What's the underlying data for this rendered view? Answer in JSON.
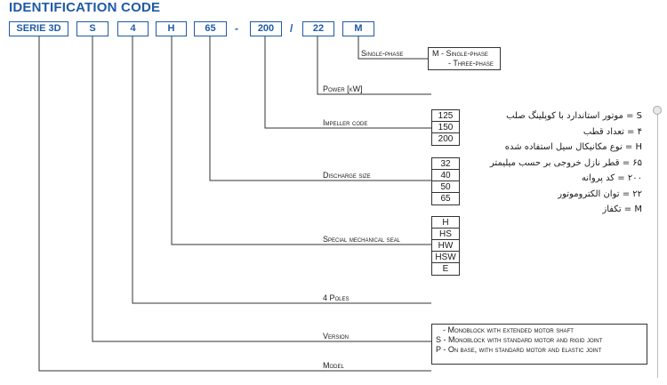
{
  "title": "IDENTIFICATION CODE",
  "code": {
    "serie": "SERIE 3D",
    "version": "S",
    "poles": "4",
    "seal": "H",
    "discharge": "65",
    "dash": "-",
    "impeller": "200",
    "slash": "/",
    "power": "22",
    "phase": "M"
  },
  "labels": {
    "single_phase": "Single-phase",
    "power": "Power [kW]",
    "impeller_code": "Impeller code",
    "discharge_size": "Discharge size",
    "special_seal": "Special mechanical seal",
    "four_poles": "4 Poles",
    "version": "Version",
    "model": "Model"
  },
  "phase_options": [
    "M - Single-phase",
    "- Three-phase"
  ],
  "impeller_options": [
    "125",
    "150",
    "200"
  ],
  "discharge_options": [
    "32",
    "40",
    "50",
    "65"
  ],
  "seal_options": [
    "H",
    "HS",
    "HW",
    "HSW",
    "E"
  ],
  "version_options": [
    "- Monoblock with extended motor shaft",
    "S - Monoblock with standard motor and rigid joint",
    "P - On base, with standard motor and elastic joint"
  ],
  "legend_fa": [
    "S = موتور استاندارد با کوپلینگ صلب",
    "۴ = تعداد قطب",
    "H = نوع مکانیکال سیل استفاده شده",
    "۶۵ = قطر نازل خروجی بر حسب میلیمتر",
    "۲۰۰ = کد پروانه",
    "۲۲ = توان الکتروموتور",
    "M = تکفاز"
  ],
  "colors": {
    "accent": "#1f5aa6",
    "line": "#333333"
  }
}
